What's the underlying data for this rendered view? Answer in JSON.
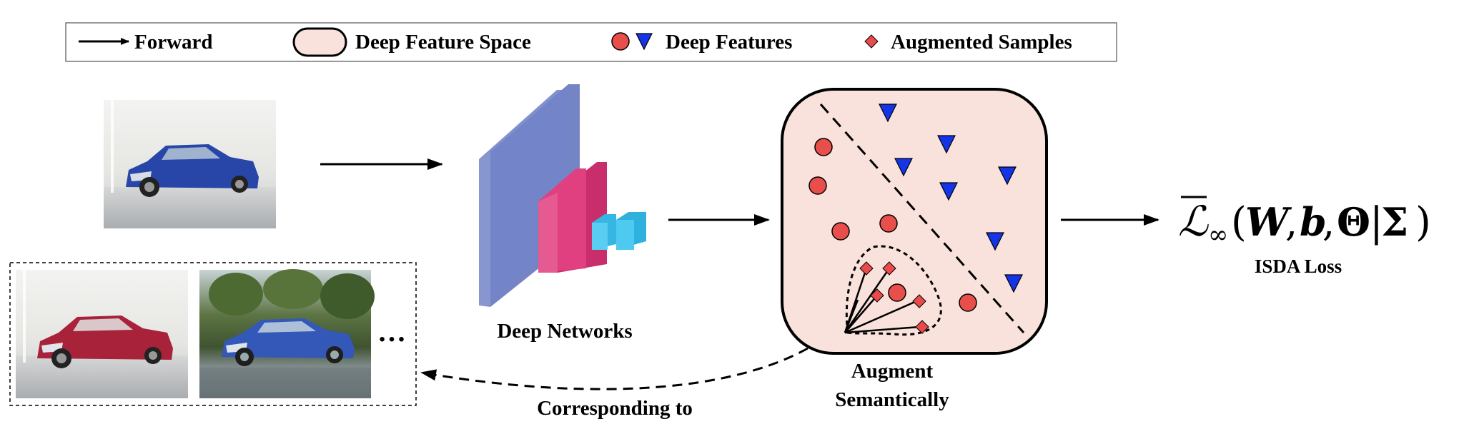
{
  "legend": {
    "forward": "Forward",
    "deep_feature_space": "Deep Feature Space",
    "deep_features": "Deep Features",
    "augmented_samples": "Augmented Samples"
  },
  "networks": {
    "label": "Deep Networks"
  },
  "feature_box": {
    "label_line1": "Augment",
    "label_line2": "Semantically"
  },
  "feedback": {
    "label": "Corresponding to"
  },
  "loss": {
    "caption": "ISDA Loss",
    "formula": {
      "symbol": "ℒ",
      "subscript": "∞",
      "open_paren": "(",
      "W": "W",
      "comma1": ",",
      "b": "b",
      "comma2": ",",
      "Theta": "Θ",
      "bar": "|",
      "Sigma": "Σ",
      "close_paren": ")"
    }
  },
  "ellipsis": "…",
  "images": {
    "input": "blue-car-photo",
    "augmented_1": "red-car-photo",
    "augmented_2": "blue-car-outdoor-photo"
  },
  "colors": {
    "feature_space_fill": "#f9e2dc",
    "circle_feature": "#e84f4b",
    "triangle_feature": "#1534e6",
    "augmented_sample": "#e94a4a",
    "network_blue": "#6f80c6",
    "network_pink": "#e23a78",
    "network_cyan": "#3fc2ea"
  }
}
